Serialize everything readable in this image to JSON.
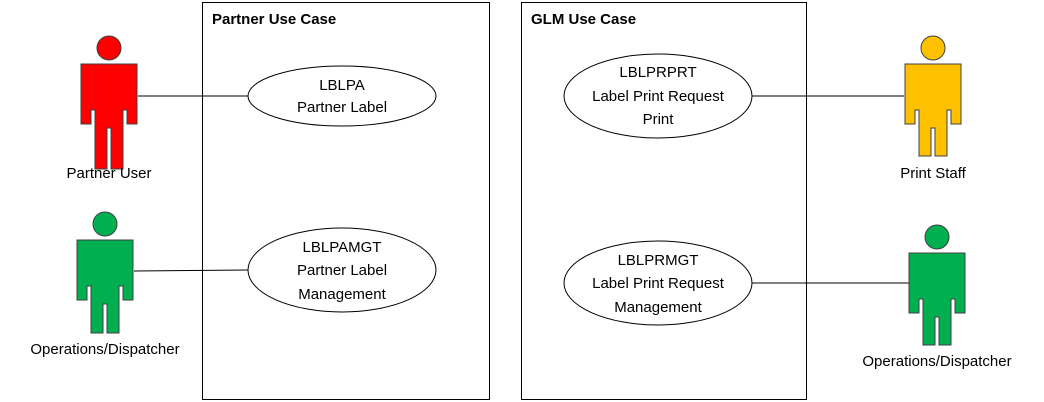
{
  "systems": [
    {
      "id": "partner",
      "title": "Partner Use Case"
    },
    {
      "id": "glm",
      "title": "GLM Use Case"
    }
  ],
  "use_cases": [
    {
      "id": "lblpa",
      "lines": [
        "LBLPA",
        "Partner Label"
      ]
    },
    {
      "id": "lblpamgt",
      "lines": [
        "LBLPAMGT",
        "Partner Label",
        "Management"
      ]
    },
    {
      "id": "lblprprt",
      "lines": [
        "LBLPRPRT",
        "Label Print Request",
        "Print"
      ]
    },
    {
      "id": "lblprmgt",
      "lines": [
        "LBLPRMGT",
        "Label Print Request",
        "Management"
      ]
    }
  ],
  "actors": [
    {
      "id": "partner-user",
      "label": "Partner User",
      "color": "#ff0000"
    },
    {
      "id": "ops-left",
      "label": "Operations/Dispatcher",
      "color": "#00b050"
    },
    {
      "id": "print-staff",
      "label": "Print Staff",
      "color": "#ffc000"
    },
    {
      "id": "ops-right",
      "label": "Operations/Dispatcher",
      "color": "#00b050"
    }
  ],
  "associations": [
    {
      "actor": "partner-user",
      "use_case": "lblpa"
    },
    {
      "actor": "ops-left",
      "use_case": "lblpamgt"
    },
    {
      "actor": "print-staff",
      "use_case": "lblprprt"
    },
    {
      "actor": "ops-right",
      "use_case": "lblprmgt"
    }
  ]
}
